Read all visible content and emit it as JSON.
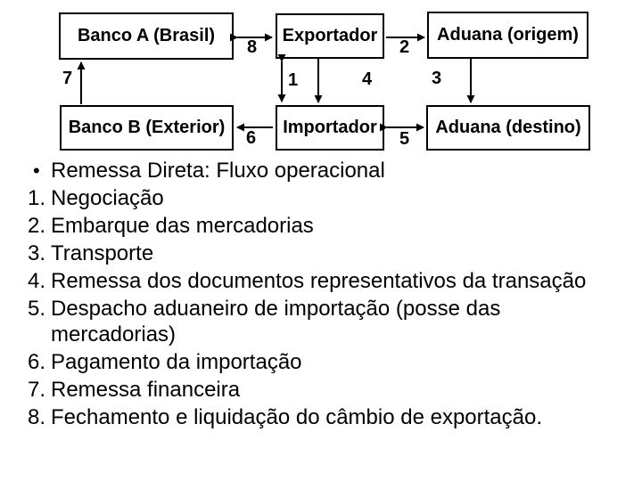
{
  "colors": {
    "ink": "#000000",
    "background": "#ffffff"
  },
  "diagram": {
    "boxes": [
      {
        "id": "banco-a",
        "label": "Banco A (Brasil)"
      },
      {
        "id": "exportador",
        "label": "Exportador"
      },
      {
        "id": "aduana-origem",
        "label": "Aduana (origem)"
      },
      {
        "id": "banco-b",
        "label": "Banco B (Exterior)"
      },
      {
        "id": "importador",
        "label": "Importador"
      },
      {
        "id": "aduana-destino",
        "label": "Aduana (destino)"
      }
    ],
    "flow_labels": [
      {
        "id": "8",
        "text": "8",
        "between": "banco-a/exportador",
        "style": "double-headed horizontal"
      },
      {
        "id": "2",
        "text": "2",
        "between": "exportador/aduana-origem",
        "style": "right arrow"
      },
      {
        "id": "7",
        "text": "7",
        "between": "banco-b/banco-a",
        "style": "up arrow"
      },
      {
        "id": "1",
        "text": "1",
        "between": "exportador/importador",
        "style": "double-headed vertical"
      },
      {
        "id": "4",
        "text": "4",
        "between": "exportador/importador",
        "style": "down arrow"
      },
      {
        "id": "3",
        "text": "3",
        "between": "aduana-origem/aduana-destino",
        "style": "down arrow"
      },
      {
        "id": "6",
        "text": "6",
        "between": "importador/banco-b",
        "style": "left arrow"
      },
      {
        "id": "5",
        "text": "5",
        "between": "importador/aduana-destino",
        "style": "double-headed horizontal"
      }
    ]
  },
  "legend": {
    "items": [
      {
        "marker": "•",
        "text": "Remessa Direta: Fluxo operacional"
      },
      {
        "marker": "1.",
        "text": "Negociação"
      },
      {
        "marker": "2.",
        "text": "Embarque das mercadorias"
      },
      {
        "marker": "3.",
        "text": "Transporte"
      },
      {
        "marker": "4.",
        "text": "Remessa dos documentos representativos da transação"
      },
      {
        "marker": "5.",
        "text": "Despacho aduaneiro de importação (posse das mercadorias)"
      },
      {
        "marker": "6.",
        "text": "Pagamento da importação"
      },
      {
        "marker": "7.",
        "text": "Remessa financeira"
      },
      {
        "marker": "8.",
        "text": "Fechamento e liquidação do câmbio de exportação."
      }
    ]
  }
}
